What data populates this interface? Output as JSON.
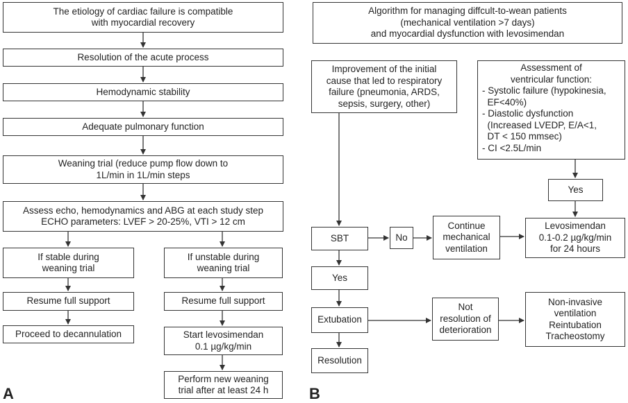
{
  "panel_a": {
    "letter": "A",
    "step1": "The etiology of cardiac failure is compatible\nwith myocardial recovery",
    "step2": "Resolution of the acute process",
    "step3": "Hemodynamic stability",
    "step4": "Adequate pulmonary function",
    "step5": "Weaning trial (reduce pump flow down to\n1L/min in 1L/min steps",
    "step6": "Assess echo, hemodynamics and ABG at each study step\nECHO parameters: LVEF > 20-25%, VTI > 12 cm",
    "stable_branch": {
      "condition": "If stable during\nweaning trial",
      "resume": "Resume full support",
      "proceed": "Proceed to decannulation"
    },
    "unstable_branch": {
      "condition": "If unstable during\nweaning trial",
      "resume": "Resume full support",
      "start": "Start levosimendan\n0.1 µg/kg/min",
      "perform": "Perform new weaning\ntrial after at least 24 h"
    }
  },
  "panel_b": {
    "letter": "B",
    "title": "Algorithm for managing diffcult-to-wean patients\n(mechanical ventilation >7 days)\nand myocardial dysfunction with levosimendan",
    "improvement": "Improvement of the initial\ncause that led to respiratory\nfailure (pneumonia, ARDS,\nsepsis, surgery, other)",
    "assessment": "Assessment of\nventricular function:",
    "assessment_items": [
      "- Systolic failure (hypokinesia,\n  EF<40%)",
      "- Diastolic dysfunction\n  (Increased LVEDP, E/A<1,\n  DT < 150 mmsec)",
      "- CI <2.5L/min"
    ],
    "yes_right": "Yes",
    "sbt": "SBT",
    "no": "No",
    "continue": "Continue\nmechanical\nventilation",
    "levosimendan": "Levosimendan\n0.1-0.2 µg/kg/min\nfor 24 hours",
    "yes_left": "Yes",
    "extubation": "Extubation",
    "not_resolution": "Not\nresolution of\ndeterioration",
    "noninvasive": "Non-invasive\nventilation\nReintubation\nTracheostomy",
    "resolution": "Resolution"
  }
}
